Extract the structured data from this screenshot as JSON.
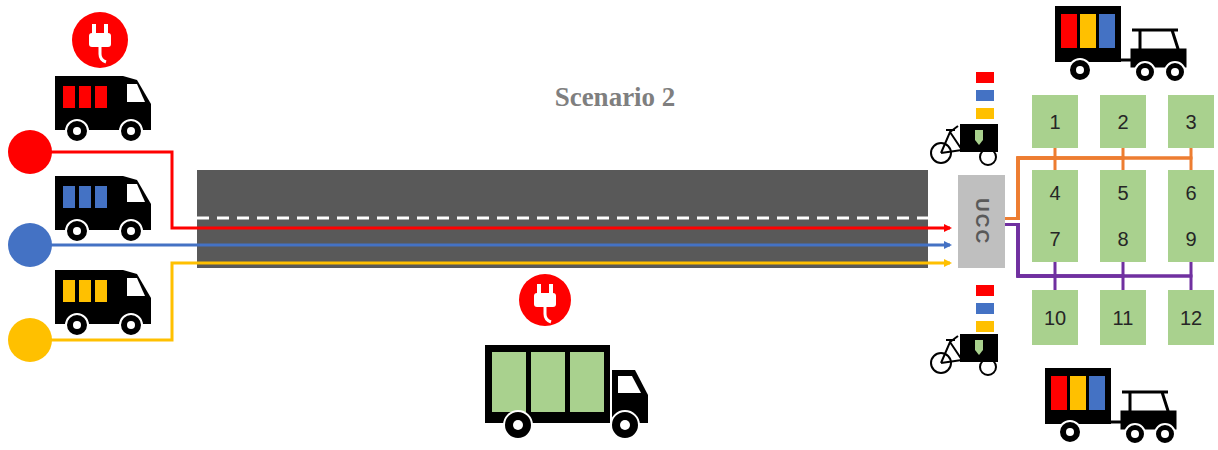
{
  "diagram": {
    "title": "Scenario 2",
    "nodes": [
      {
        "text": [
          "1"
        ]
      },
      {
        "text": [
          "2"
        ]
      },
      {
        "text": [
          "3"
        ]
      },
      {
        "text": [
          "UCC"
        ]
      },
      {
        "text": [
          "4",
          "7"
        ]
      },
      {
        "text": [
          "5",
          "8"
        ]
      },
      {
        "text": [
          "6",
          "9"
        ]
      },
      {
        "text": [
          "10"
        ]
      },
      {
        "text": [
          "11"
        ]
      },
      {
        "text": [
          "12"
        ]
      }
    ],
    "edges": [
      {
        "from": 3,
        "to": 0,
        "arrow": "none"
      },
      {
        "from": 3,
        "to": 1,
        "arrow": "none"
      },
      {
        "from": 3,
        "to": 2,
        "arrow": "none"
      },
      {
        "from": 3,
        "to": 4,
        "arrow": "none"
      },
      {
        "from": 3,
        "to": 5,
        "arrow": "none"
      },
      {
        "from": 3,
        "to": 6,
        "arrow": "none"
      },
      {
        "from": 3,
        "to": 4,
        "arrow": "none"
      },
      {
        "from": 3,
        "to": 5,
        "arrow": "none"
      },
      {
        "from": 3,
        "to": 6,
        "arrow": "none"
      },
      {
        "from": 3,
        "to": 7,
        "arrow": "none"
      },
      {
        "from": 3,
        "to": 8,
        "arrow": "none"
      },
      {
        "from": 3,
        "to": 9,
        "arrow": "none"
      }
    ]
  }
}
